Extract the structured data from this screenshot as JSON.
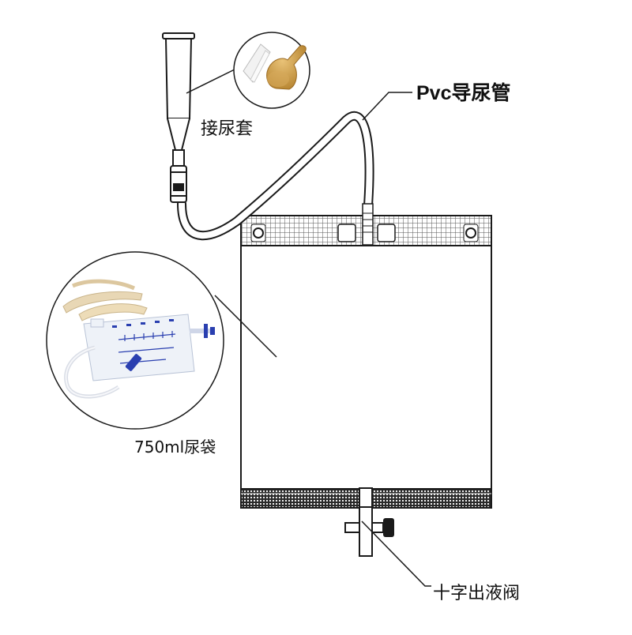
{
  "labels": {
    "pvc_tube": "Pvc导尿管",
    "condom": "接尿套",
    "bag_750": "750ml尿袋",
    "valve": "十字出液阀"
  },
  "colors": {
    "line": "#1a1a1a",
    "mesh": "#555555",
    "latex": "#c99a4a",
    "bag_print": "#2a3fb0",
    "strap": "#e8d7b5"
  }
}
